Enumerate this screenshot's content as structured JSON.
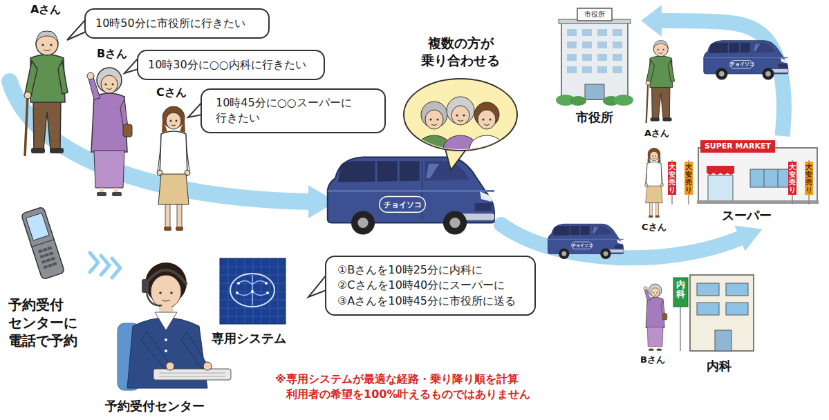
{
  "diagram": {
    "nodes": [
      {
        "text": [
          "10時50分に市役所に行きたい"
        ]
      },
      {
        "text": [
          "10時30分に○○内科に行きたい"
        ]
      },
      {
        "text": [
          "10時45分に○○スーパーに行きたい"
        ]
      },
      {
        "text": [
          "複数の方が 乗り合わせる"
        ]
      },
      {
        "text": [
          "①Bさんを10時25分に内科に",
          "②Cさんを10時40分にスーパーに",
          "③Aさんを10時45分に市役所に送る"
        ]
      },
      {
        "text": [
          "市役所",
          "市役所"
        ]
      },
      {
        "text": [
          "SUPER MARKET",
          "スーパー"
        ]
      },
      {
        "text": [
          "内科",
          "内科"
        ]
      }
    ],
    "edges": [
      {
        "from": 6,
        "to": 5,
        "arrow": "to"
      }
    ],
    "labels": [
      "Aさん",
      "Bさん",
      "Cさん",
      "予約受付 センターに 電話で予約",
      "予約受付センター",
      "専用システム",
      "チョイソコ",
      "チョイソコ",
      "チョイソコ",
      "Aさん",
      "大安売り",
      "大安売り",
      "Cさん",
      "大安売り",
      "大安売り",
      "Bさん",
      "※専用システムが最適な経路・乗り降り順を計算 利用者の希望を100%叶えるものではありません"
    ]
  }
}
